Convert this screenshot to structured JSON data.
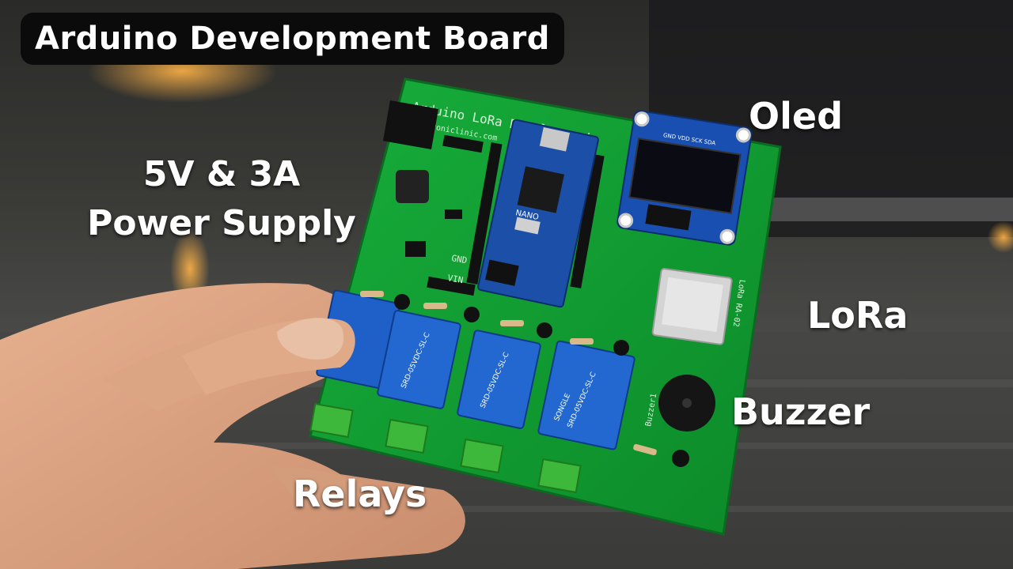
{
  "title": "Arduino Development Board",
  "labels": {
    "power_line1": "5V & 3A",
    "power_line2": "Power Supply",
    "oled": "Oled",
    "lora": "LoRa",
    "buzzer": "Buzzer",
    "relays": "Relays"
  },
  "board": {
    "silkscreen_title": "Arduino LoRa Development",
    "silkscreen_url": "electroniclinic.com",
    "nano_label": "NANO",
    "lora_module": "LoRa RA-02",
    "oled_pins": "GND VDD SCK SDA",
    "gnd": "GND",
    "vin": "VIN",
    "buzzer_silk": "Buzzer1",
    "relay_text": "SRD-05VDC-SL-C",
    "relay_brand": "SONGLE"
  },
  "colors": {
    "pcb": "#0f9a2f",
    "relay": "#1e5fc8",
    "title_bg": "#0b0b0b",
    "text": "#ffffff"
  }
}
